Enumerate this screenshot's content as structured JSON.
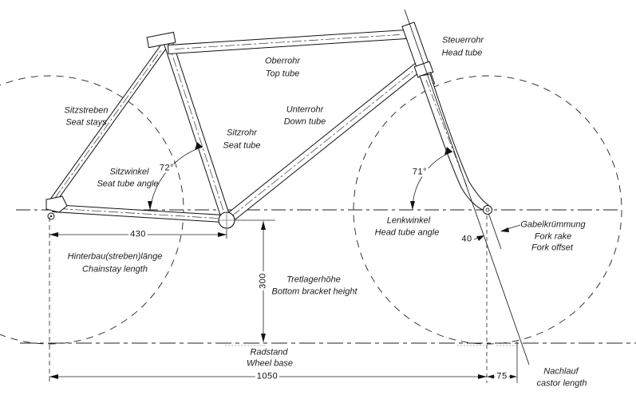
{
  "diagram": {
    "type": "bicycle-frame-geometry-technical-drawing",
    "labels": {
      "steuerrohr": {
        "de": "Steuerrohr",
        "en": "Head tube"
      },
      "oberrohr": {
        "de": "Oberrohr",
        "en": "Top tube"
      },
      "unterrohr": {
        "de": "Unterrohr",
        "en": "Down tube"
      },
      "sitzrohr": {
        "de": "Sitzrohr",
        "en": "Seat tube"
      },
      "sitzstreben": {
        "de": "Sitzstreben",
        "en": "Seat stays"
      },
      "sitzwinkel": {
        "de": "Sitzwinkel",
        "en": "Seat tube angle"
      },
      "hinterbau": {
        "de": "Hinterbau(streben)länge",
        "en": "Chainstay length"
      },
      "tretlager": {
        "de": "Tretlagerhöhe",
        "en": "Bottom bracket height"
      },
      "lenkwinkel": {
        "de": "Lenkwinkel",
        "en": "Head tube angle"
      },
      "gabel": {
        "de": "Gabelkrümmung",
        "en1": "Fork rake",
        "en2": "Fork offset"
      },
      "radstand": {
        "de": "Radstand",
        "en": "Wheel base"
      },
      "nachlauf": {
        "de": "Nachlauf",
        "en": "castor length"
      }
    },
    "dimensions": {
      "seat_tube_angle": "72°",
      "head_tube_angle": "71°",
      "chainstay_length": "430",
      "bottom_bracket_height": "300",
      "wheel_base": "1050",
      "fork_rake": "40",
      "castor_length": "75"
    },
    "colors": {
      "line": "#1b1b1b",
      "background": "#ffffff"
    }
  }
}
